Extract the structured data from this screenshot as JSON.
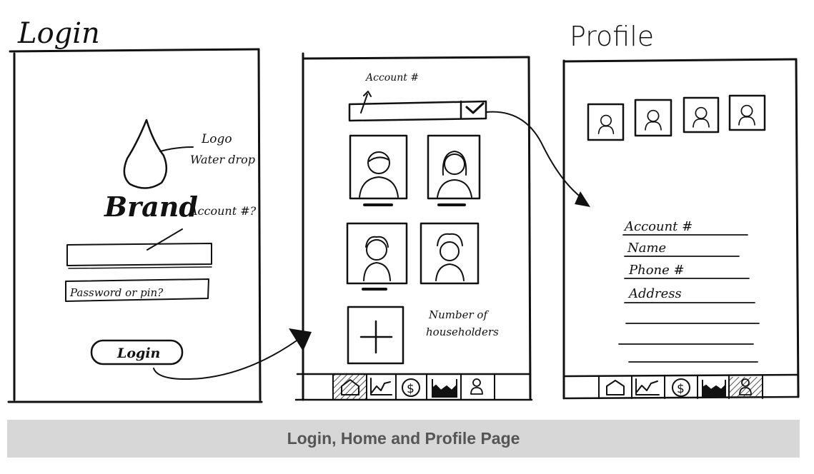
{
  "titles": {
    "login": "Login",
    "profile": "Profile"
  },
  "login_screen": {
    "logo_note_line1": "Logo",
    "logo_note_line2": "Water drop",
    "brand": "Brand",
    "account_note": "Account #?",
    "password_placeholder": "Password or pin?",
    "login_button": "Login",
    "logo_icon": "water-drop-icon"
  },
  "home_screen": {
    "account_note": "Account #",
    "members": [
      {
        "icon": "person-avatar-icon"
      },
      {
        "icon": "person-avatar-icon"
      },
      {
        "icon": "person-avatar-icon"
      },
      {
        "icon": "person-avatar-icon"
      }
    ],
    "add_icon": "plus-icon",
    "householders_note_line1": "Number of",
    "householders_note_line2": "householders",
    "nav": [
      {
        "icon": "home-icon"
      },
      {
        "icon": "chart-icon"
      },
      {
        "icon": "dollar-icon"
      },
      {
        "icon": "water-level-icon"
      },
      {
        "icon": "person-icon"
      }
    ],
    "active_nav": "home-icon"
  },
  "profile_screen": {
    "fields": [
      "Account #",
      "Name",
      "Phone #",
      "Address"
    ],
    "avatar_count": 4,
    "nav": [
      {
        "icon": "home-icon"
      },
      {
        "icon": "chart-icon"
      },
      {
        "icon": "dollar-icon"
      },
      {
        "icon": "water-level-icon"
      },
      {
        "icon": "person-icon"
      }
    ],
    "active_nav": "person-icon"
  },
  "caption": "Login, Home and Profile Page"
}
